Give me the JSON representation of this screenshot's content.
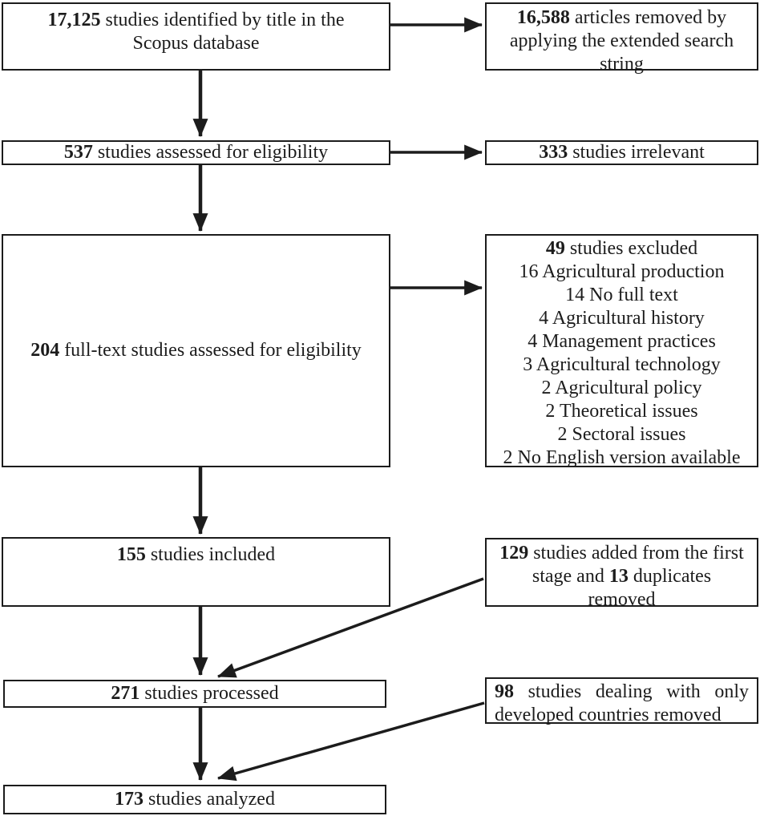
{
  "diagram": {
    "type": "study-selection-flowchart",
    "colors": {
      "line": "#1c1c1c",
      "text": "#1c1c1c",
      "background": "#ffffff"
    },
    "boxes": {
      "identified": {
        "num": "17,125",
        "rest": " studies identified by title in the Scopus database"
      },
      "removed_search": {
        "num": "16,588",
        "rest": " articles removed by applying the extended search string"
      },
      "assessed": {
        "num": "537",
        "rest": " studies assessed for eligibility"
      },
      "irrelevant": {
        "num": "333",
        "rest": " studies irrelevant"
      },
      "fulltext": {
        "num": "204",
        "rest": " full-text studies assessed for eligibility"
      },
      "excluded": {
        "num": "49",
        "rest": " studies excluded",
        "reasons": [
          "16 Agricultural production",
          "14 No full text",
          "4 Agricultural history",
          "4 Management practices",
          "3 Agricultural technology",
          "2 Agricultural policy",
          "2 Theoretical issues",
          "2 Sectoral issues",
          "2 No English version available"
        ]
      },
      "included": {
        "num": "155",
        "rest": " studies included"
      },
      "added": {
        "num1": "129",
        "mid": " studies added from the first stage and ",
        "num2": "13",
        "tail": " duplicates removed"
      },
      "processed": {
        "num": "271",
        "rest": " studies processed"
      },
      "developed_removed": {
        "num": "98",
        "rest": " studies dealing with only developed countries removed"
      },
      "analyzed": {
        "num": "173",
        "rest": " studies analyzed"
      }
    }
  }
}
